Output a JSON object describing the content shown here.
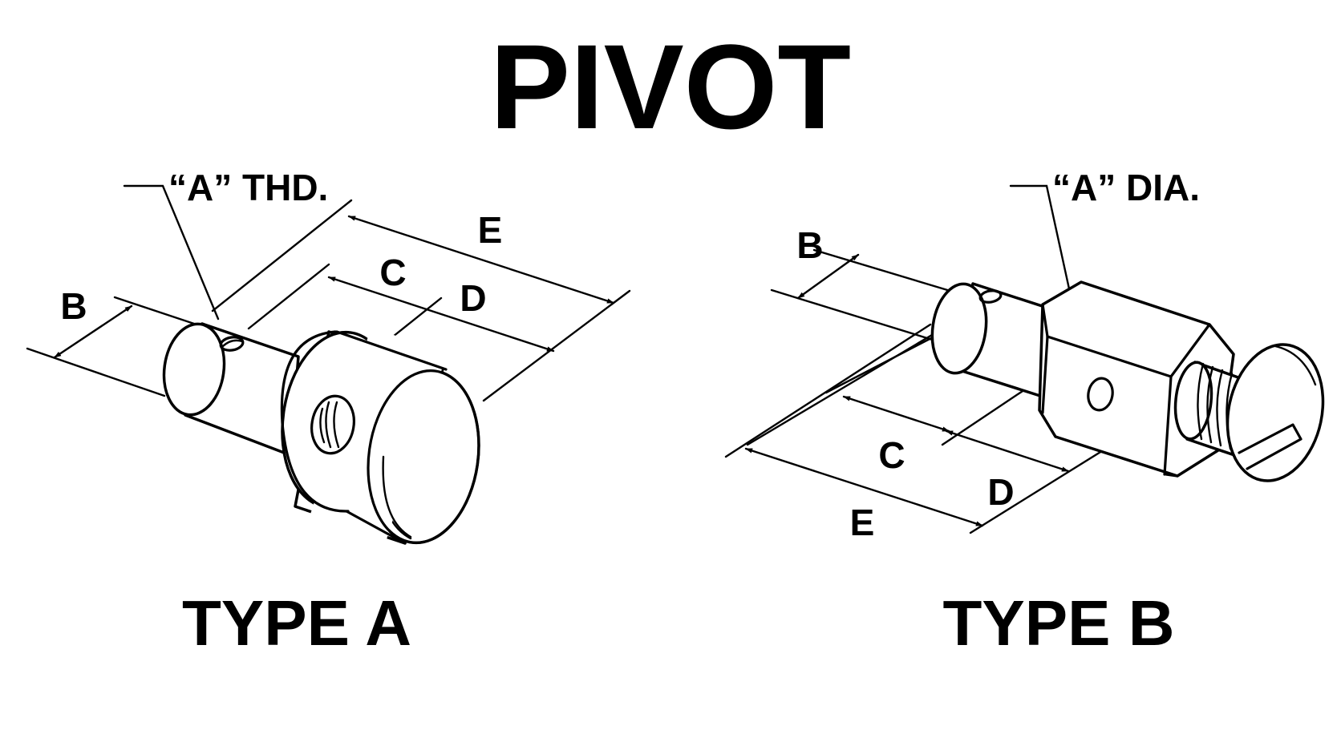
{
  "title": "PIVOT",
  "type_a": {
    "caption": "TYPE A",
    "callout": "“A” THD.",
    "dims": {
      "b": "B",
      "c": "C",
      "d": "D",
      "e": "E"
    }
  },
  "type_b": {
    "caption": "TYPE B",
    "callout": "“A” DIA.",
    "dims": {
      "b": "B",
      "c": "C",
      "d": "D",
      "e": "E"
    }
  }
}
